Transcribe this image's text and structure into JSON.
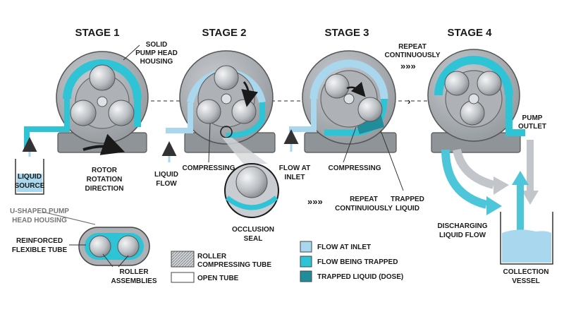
{
  "stages": [
    "STAGE 1",
    "STAGE 2",
    "STAGE 3",
    "STAGE 4"
  ],
  "labels": {
    "solid_housing": [
      "SOLID",
      "PUMP HEAD",
      "HOUSING"
    ],
    "repeat_top": [
      "REPEAT",
      "CONTINUOUSLY"
    ],
    "pump_outlet": [
      "PUMP",
      "OUTLET"
    ],
    "liquid_source": [
      "LIQUID",
      "SOURCE"
    ],
    "rotor_rotation": [
      "ROTOR",
      "ROTATION",
      "DIRECTION"
    ],
    "liquid_flow": [
      "LIQUID",
      "FLOW"
    ],
    "compressing_2": "COMPRESSING",
    "flow_at_inlet": [
      "FLOW AT",
      "INLET"
    ],
    "compressing_3": "COMPRESSING",
    "repeat_mid": [
      "REPEAT",
      "CONTINUIOUSLY"
    ],
    "trapped_liquid": [
      "TRAPPED",
      "LIQUID"
    ],
    "occlusion_seal": [
      "OCCLUSION",
      "SEAL"
    ],
    "discharging": [
      "DISCHARGING",
      "LIQUID FLOW"
    ],
    "collection_vessel": [
      "COLLECTION",
      "VESSEL"
    ],
    "u_shaped": [
      "U-SHAPED PUMP",
      "HEAD HOUSING"
    ],
    "reinforced": [
      "REINFORCED",
      "FLEXIBLE TUBE"
    ],
    "roller_assemblies": [
      "ROLLER",
      "ASSEMBLIES"
    ]
  },
  "legend_tube": [
    {
      "label": [
        "ROLLER",
        "COMPRESSING TUBE"
      ]
    },
    {
      "label": [
        "OPEN TUBE"
      ]
    }
  ],
  "legend_flow": [
    {
      "label": "FLOW AT INLET",
      "color": "#a9d8ee"
    },
    {
      "label": "FLOW BEING TRAPPED",
      "color": "#2ec4d6"
    },
    {
      "label": "TRAPPED LIQUID (DOSE)",
      "color": "#1f8e9a"
    }
  ],
  "colors": {
    "housing": "#9ea3a8",
    "housing_dark": "#6e7378",
    "rotor": "#b8bcc0",
    "tube": "#2ec4d6",
    "tube_light": "#a9d8ee",
    "tube_dark": "#1f8e9a"
  }
}
